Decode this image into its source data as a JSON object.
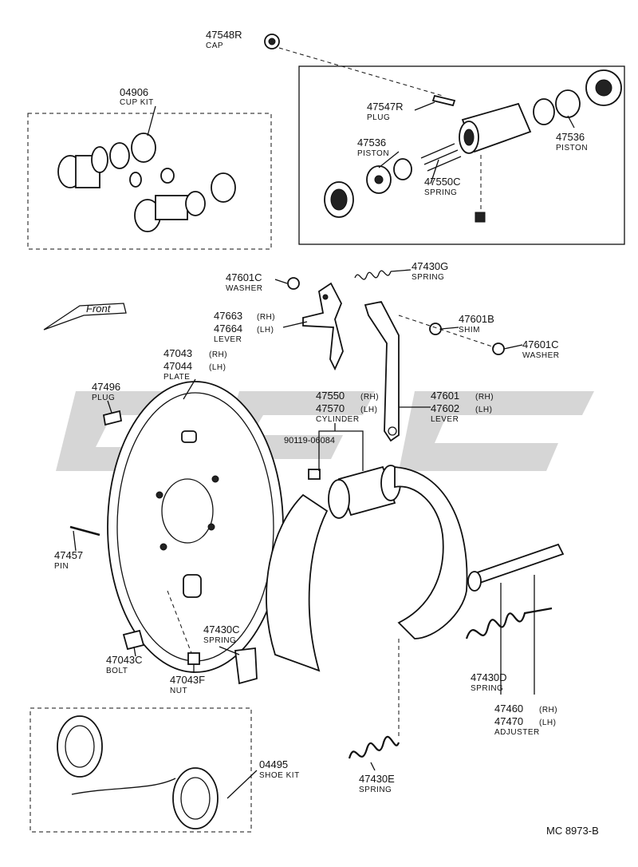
{
  "diagram_code": "MC 8973-B",
  "front_label": "Front",
  "parts": {
    "cap": {
      "number": "47548R",
      "name": "CAP"
    },
    "cup_kit": {
      "number": "04906",
      "name": "CUP KIT"
    },
    "plug_r": {
      "number": "47547R",
      "name": "PLUG"
    },
    "piston_left": {
      "number": "47536",
      "name": "PISTON"
    },
    "spring_c": {
      "number": "47550C",
      "name": "SPRING"
    },
    "piston_right": {
      "number": "47536",
      "name": "PISTON"
    },
    "washer_c_top": {
      "number": "47601C",
      "name": "WASHER"
    },
    "spring_g": {
      "number": "47430G",
      "name": "SPRING"
    },
    "lever_small": {
      "number1": "47663",
      "variant1": "(RH)",
      "number2": "47664",
      "variant2": "(LH)",
      "name": "LEVER"
    },
    "shim": {
      "number": "47601B",
      "name": "SHIM"
    },
    "washer_c_right": {
      "number": "47601C",
      "name": "WASHER"
    },
    "plate": {
      "number1": "47043",
      "variant1": "(RH)",
      "number2": "47044",
      "variant2": "(LH)",
      "name": "PLATE"
    },
    "plug": {
      "number": "47496",
      "name": "PLUG"
    },
    "cylinder": {
      "number1": "47550",
      "variant1": "(RH)",
      "number2": "47570",
      "variant2": "(LH)",
      "name": "CYLINDER"
    },
    "lever_large": {
      "number1": "47601",
      "variant1": "(RH)",
      "number2": "47602",
      "variant2": "(LH)",
      "name": "LEVER"
    },
    "bolt_cyl": {
      "number": "90119-06084"
    },
    "pin": {
      "number": "47457",
      "name": "PIN"
    },
    "spring_c2": {
      "number": "47430C",
      "name": "SPRING"
    },
    "bolt": {
      "number": "47043C",
      "name": "BOLT"
    },
    "nut": {
      "number": "47043F",
      "name": "NUT"
    },
    "spring_d": {
      "number": "47430D",
      "name": "SPRING"
    },
    "adjuster": {
      "number1": "47460",
      "variant1": "(RH)",
      "number2": "47470",
      "variant2": "(LH)",
      "name": "ADJUSTER"
    },
    "shoe_kit": {
      "number": "04495",
      "name": "SHOE KIT"
    },
    "spring_e": {
      "number": "47430E",
      "name": "SPRING"
    }
  }
}
